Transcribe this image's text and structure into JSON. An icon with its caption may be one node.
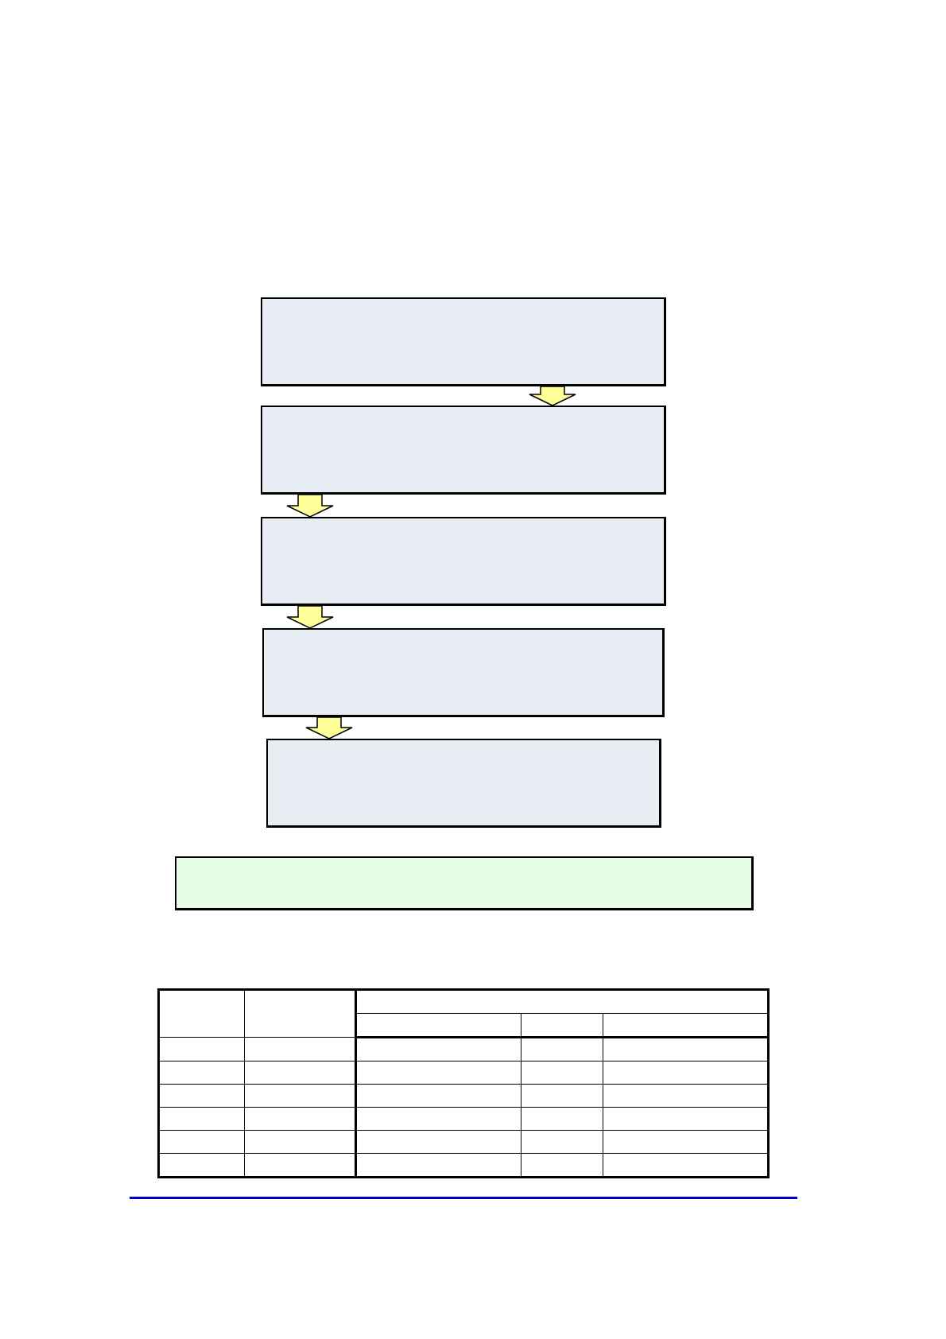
{
  "diagram": {
    "nodes": [
      {
        "text": [],
        "shape": "box"
      },
      {
        "text": [],
        "shape": "box"
      },
      {
        "text": [],
        "shape": "box"
      },
      {
        "text": [],
        "shape": "box"
      },
      {
        "text": [],
        "shape": "box"
      },
      {
        "text": [],
        "shape": "box"
      }
    ],
    "edges": [
      {
        "from": 0,
        "to": 1,
        "arrow": "to"
      },
      {
        "from": 1,
        "to": 2,
        "arrow": "to"
      },
      {
        "from": 2,
        "to": 3,
        "arrow": "to"
      },
      {
        "from": 3,
        "to": 4,
        "arrow": "to"
      }
    ]
  }
}
